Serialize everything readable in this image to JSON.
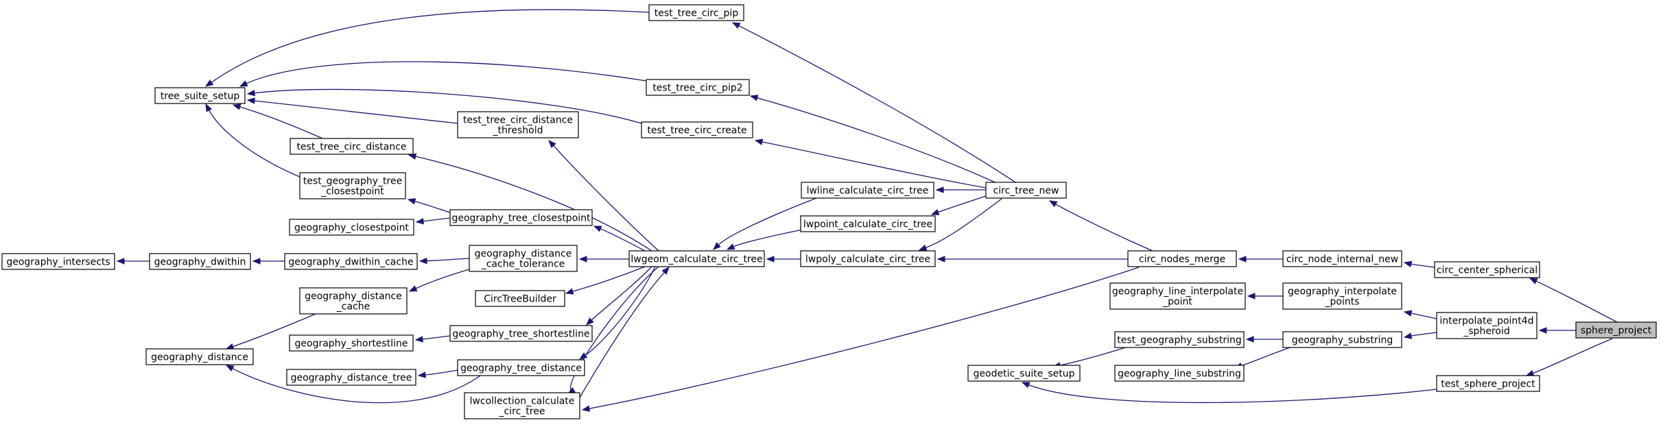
{
  "graph": {
    "root": "sphere_project",
    "nodes": [
      {
        "id": "sphere_project",
        "lines": [
          "sphere_project"
        ]
      },
      {
        "id": "circ_center_spherical",
        "lines": [
          "circ_center_spherical"
        ]
      },
      {
        "id": "interpolate_point4d_spheroid",
        "lines": [
          "interpolate_point4d",
          "_spheroid"
        ]
      },
      {
        "id": "test_sphere_project",
        "lines": [
          "test_sphere_project"
        ]
      },
      {
        "id": "circ_node_internal_new",
        "lines": [
          "circ_node_internal_new"
        ]
      },
      {
        "id": "geography_interpolate_points",
        "lines": [
          "geography_interpolate",
          "_points"
        ]
      },
      {
        "id": "geography_substring",
        "lines": [
          "geography_substring"
        ]
      },
      {
        "id": "circ_nodes_merge",
        "lines": [
          "circ_nodes_merge"
        ]
      },
      {
        "id": "geography_line_interpolate_point",
        "lines": [
          "geography_line_interpolate",
          "_point"
        ]
      },
      {
        "id": "test_geography_substring",
        "lines": [
          "test_geography_substring"
        ]
      },
      {
        "id": "geography_line_substring",
        "lines": [
          "geography_line_substring"
        ]
      },
      {
        "id": "geodetic_suite_setup",
        "lines": [
          "geodetic_suite_setup"
        ]
      },
      {
        "id": "circ_tree_new",
        "lines": [
          "circ_tree_new"
        ]
      },
      {
        "id": "lwpoly_calculate_circ_tree",
        "lines": [
          "lwpoly_calculate_circ_tree"
        ]
      },
      {
        "id": "lwcollection_calculate_circ_tree",
        "lines": [
          "lwcollection_calculate",
          "_circ_tree"
        ]
      },
      {
        "id": "lwline_calculate_circ_tree",
        "lines": [
          "lwline_calculate_circ_tree"
        ]
      },
      {
        "id": "lwpoint_calculate_circ_tree",
        "lines": [
          "lwpoint_calculate_circ_tree"
        ]
      },
      {
        "id": "test_tree_circ_create",
        "lines": [
          "test_tree_circ_create"
        ]
      },
      {
        "id": "test_tree_circ_pip",
        "lines": [
          "test_tree_circ_pip"
        ]
      },
      {
        "id": "test_tree_circ_pip2",
        "lines": [
          "test_tree_circ_pip2"
        ]
      },
      {
        "id": "lwgeom_calculate_circ_tree",
        "lines": [
          "lwgeom_calculate_circ_tree"
        ]
      },
      {
        "id": "tree_suite_setup",
        "lines": [
          "tree_suite_setup"
        ]
      },
      {
        "id": "test_tree_circ_distance_threshold",
        "lines": [
          "test_tree_circ_distance",
          "_threshold"
        ]
      },
      {
        "id": "test_tree_circ_distance",
        "lines": [
          "test_tree_circ_distance"
        ]
      },
      {
        "id": "test_geography_tree_closestpoint",
        "lines": [
          "test_geography_tree",
          "_closestpoint"
        ]
      },
      {
        "id": "geography_tree_closestpoint",
        "lines": [
          "geography_tree_closestpoint"
        ]
      },
      {
        "id": "geography_closestpoint",
        "lines": [
          "geography_closestpoint"
        ]
      },
      {
        "id": "geography_distance_cache_tolerance",
        "lines": [
          "geography_distance",
          "_cache_tolerance"
        ]
      },
      {
        "id": "geography_dwithin_cache",
        "lines": [
          "geography_dwithin_cache"
        ]
      },
      {
        "id": "geography_dwithin",
        "lines": [
          "geography_dwithin"
        ]
      },
      {
        "id": "geography_intersects",
        "lines": [
          "geography_intersects"
        ]
      },
      {
        "id": "geography_distance_cache",
        "lines": [
          "geography_distance",
          "_cache"
        ]
      },
      {
        "id": "geography_distance",
        "lines": [
          "geography_distance"
        ]
      },
      {
        "id": "CircTreeBuilder",
        "lines": [
          "CircTreeBuilder"
        ]
      },
      {
        "id": "geography_tree_shortestline",
        "lines": [
          "geography_tree_shortestline"
        ]
      },
      {
        "id": "geography_shortestline",
        "lines": [
          "geography_shortestline"
        ]
      },
      {
        "id": "geography_tree_distance",
        "lines": [
          "geography_tree_distance"
        ]
      },
      {
        "id": "geography_distance_tree",
        "lines": [
          "geography_distance_tree"
        ]
      }
    ],
    "edges": [
      [
        "sphere_project",
        "circ_center_spherical"
      ],
      [
        "sphere_project",
        "interpolate_point4d_spheroid"
      ],
      [
        "sphere_project",
        "test_sphere_project"
      ],
      [
        "circ_center_spherical",
        "circ_node_internal_new"
      ],
      [
        "interpolate_point4d_spheroid",
        "geography_interpolate_points"
      ],
      [
        "interpolate_point4d_spheroid",
        "geography_substring"
      ],
      [
        "test_sphere_project",
        "geodetic_suite_setup"
      ],
      [
        "circ_node_internal_new",
        "circ_nodes_merge"
      ],
      [
        "geography_interpolate_points",
        "geography_line_interpolate_point"
      ],
      [
        "geography_substring",
        "test_geography_substring"
      ],
      [
        "geography_substring",
        "geography_line_substring"
      ],
      [
        "test_geography_substring",
        "geodetic_suite_setup"
      ],
      [
        "circ_nodes_merge",
        "circ_tree_new"
      ],
      [
        "circ_nodes_merge",
        "lwpoly_calculate_circ_tree"
      ],
      [
        "circ_nodes_merge",
        "lwcollection_calculate_circ_tree"
      ],
      [
        "circ_tree_new",
        "lwline_calculate_circ_tree"
      ],
      [
        "circ_tree_new",
        "lwpoint_calculate_circ_tree"
      ],
      [
        "circ_tree_new",
        "lwpoly_calculate_circ_tree"
      ],
      [
        "circ_tree_new",
        "test_tree_circ_create"
      ],
      [
        "circ_tree_new",
        "test_tree_circ_pip"
      ],
      [
        "circ_tree_new",
        "test_tree_circ_pip2"
      ],
      [
        "lwline_calculate_circ_tree",
        "lwgeom_calculate_circ_tree"
      ],
      [
        "lwpoint_calculate_circ_tree",
        "lwgeom_calculate_circ_tree"
      ],
      [
        "lwpoly_calculate_circ_tree",
        "lwgeom_calculate_circ_tree"
      ],
      [
        "test_tree_circ_create",
        "tree_suite_setup"
      ],
      [
        "test_tree_circ_pip",
        "tree_suite_setup"
      ],
      [
        "test_tree_circ_pip2",
        "tree_suite_setup"
      ],
      [
        "lwgeom_calculate_circ_tree",
        "test_tree_circ_distance_threshold"
      ],
      [
        "lwgeom_calculate_circ_tree",
        "test_tree_circ_distance"
      ],
      [
        "lwgeom_calculate_circ_tree",
        "geography_tree_closestpoint"
      ],
      [
        "lwgeom_calculate_circ_tree",
        "geography_distance_cache_tolerance"
      ],
      [
        "lwgeom_calculate_circ_tree",
        "CircTreeBuilder"
      ],
      [
        "lwgeom_calculate_circ_tree",
        "geography_tree_shortestline"
      ],
      [
        "lwgeom_calculate_circ_tree",
        "geography_tree_distance"
      ],
      [
        "lwgeom_calculate_circ_tree",
        "lwcollection_calculate_circ_tree"
      ],
      [
        "lwcollection_calculate_circ_tree",
        "lwgeom_calculate_circ_tree"
      ],
      [
        "test_tree_circ_distance_threshold",
        "tree_suite_setup"
      ],
      [
        "test_tree_circ_distance",
        "tree_suite_setup"
      ],
      [
        "test_geography_tree_closestpoint",
        "tree_suite_setup"
      ],
      [
        "geography_tree_closestpoint",
        "test_geography_tree_closestpoint"
      ],
      [
        "geography_tree_closestpoint",
        "geography_closestpoint"
      ],
      [
        "geography_distance_cache_tolerance",
        "geography_dwithin_cache"
      ],
      [
        "geography_distance_cache_tolerance",
        "geography_distance_cache"
      ],
      [
        "geography_dwithin_cache",
        "geography_dwithin"
      ],
      [
        "geography_dwithin",
        "geography_intersects"
      ],
      [
        "geography_distance_cache",
        "geography_distance"
      ],
      [
        "geography_tree_shortestline",
        "geography_shortestline"
      ],
      [
        "geography_tree_distance",
        "geography_distance_tree"
      ],
      [
        "geography_tree_distance",
        "geography_distance"
      ]
    ],
    "colors": {
      "edge": "#191970",
      "node_border": "#000000",
      "root_fill": "#bfbfbf",
      "node_fill": "#ffffff"
    }
  }
}
